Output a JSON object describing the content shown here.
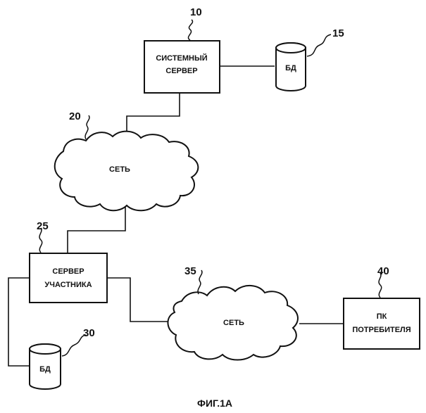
{
  "diagram": {
    "system_server": {
      "ref": "10",
      "line1": "СИСТЕМНЫЙ",
      "line2": "СЕРВЕР"
    },
    "db_top": {
      "ref": "15",
      "label": "БД"
    },
    "network_top": {
      "ref": "20",
      "label": "СЕТЬ"
    },
    "participant_server": {
      "ref": "25",
      "line1": "СЕРВЕР",
      "line2": "УЧАСТНИКА"
    },
    "db_bottom": {
      "ref": "30",
      "label": "БД"
    },
    "network_bottom": {
      "ref": "35",
      "label": "СЕТЬ"
    },
    "consumer_pc": {
      "ref": "40",
      "line1": "ПК",
      "line2": "ПОТРЕБИТЕЛЯ"
    },
    "caption": "ФИГ.1А"
  }
}
